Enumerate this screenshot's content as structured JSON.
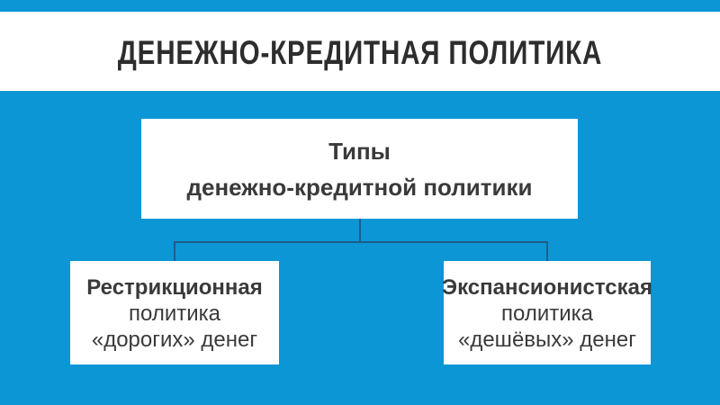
{
  "slide": {
    "title": "ДЕНЕЖНО-КРЕДИТНАЯ ПОЛИТИКА",
    "colors": {
      "background_blue": "#0c96d6",
      "panel_white": "#ffffff",
      "title_text": "#2d2d2d",
      "body_text": "#3a3a3a",
      "connector_line": "#1a5f89"
    },
    "diagram": {
      "root": {
        "lines": [
          "Типы",
          "денежно-кредитной политики"
        ]
      },
      "children": [
        {
          "lines": [
            "Рестрикционная",
            "политика",
            "«дорогих» денег"
          ]
        },
        {
          "lines": [
            "Экспансионистская",
            "политика",
            "«дешёвых» денег"
          ]
        }
      ]
    }
  }
}
